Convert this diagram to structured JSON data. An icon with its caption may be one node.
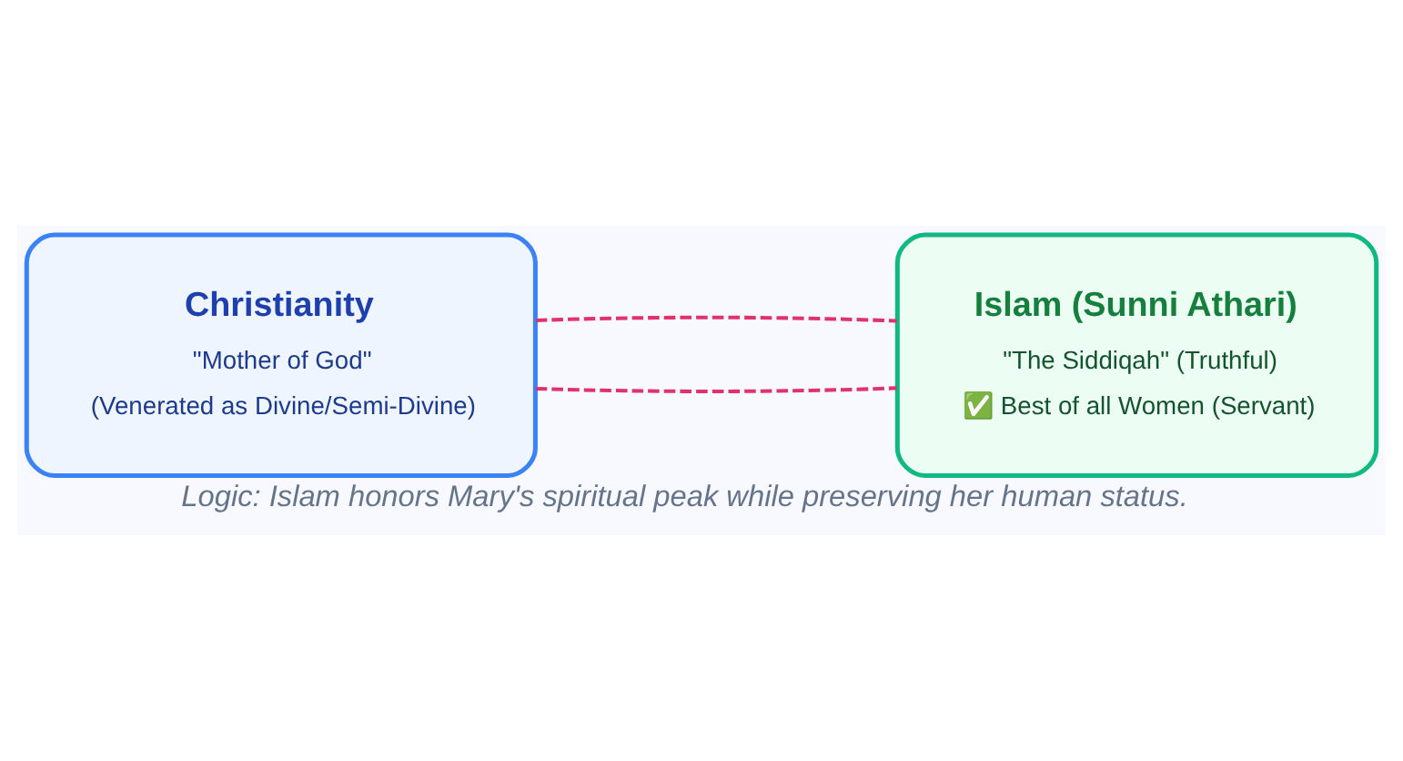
{
  "diagram": {
    "caption": "Logic: Islam honors Mary's spiritual peak while preserving her human status.",
    "nodes": [
      {
        "text": [
          "Christianity",
          "\"Mother of God\"",
          "(Venerated as Divine/Semi-Divine)"
        ]
      },
      {
        "text": [
          "Islam (Sunni Athari)",
          "\"The Siddiqah\" (Truthful)",
          "✅ Best of all Women (Servant)"
        ]
      }
    ],
    "edges": [
      {
        "from": 0,
        "to": 1,
        "arrow": "none",
        "style": "dashed"
      },
      {
        "from": 0,
        "to": 1,
        "arrow": "none",
        "style": "dashed"
      }
    ]
  }
}
